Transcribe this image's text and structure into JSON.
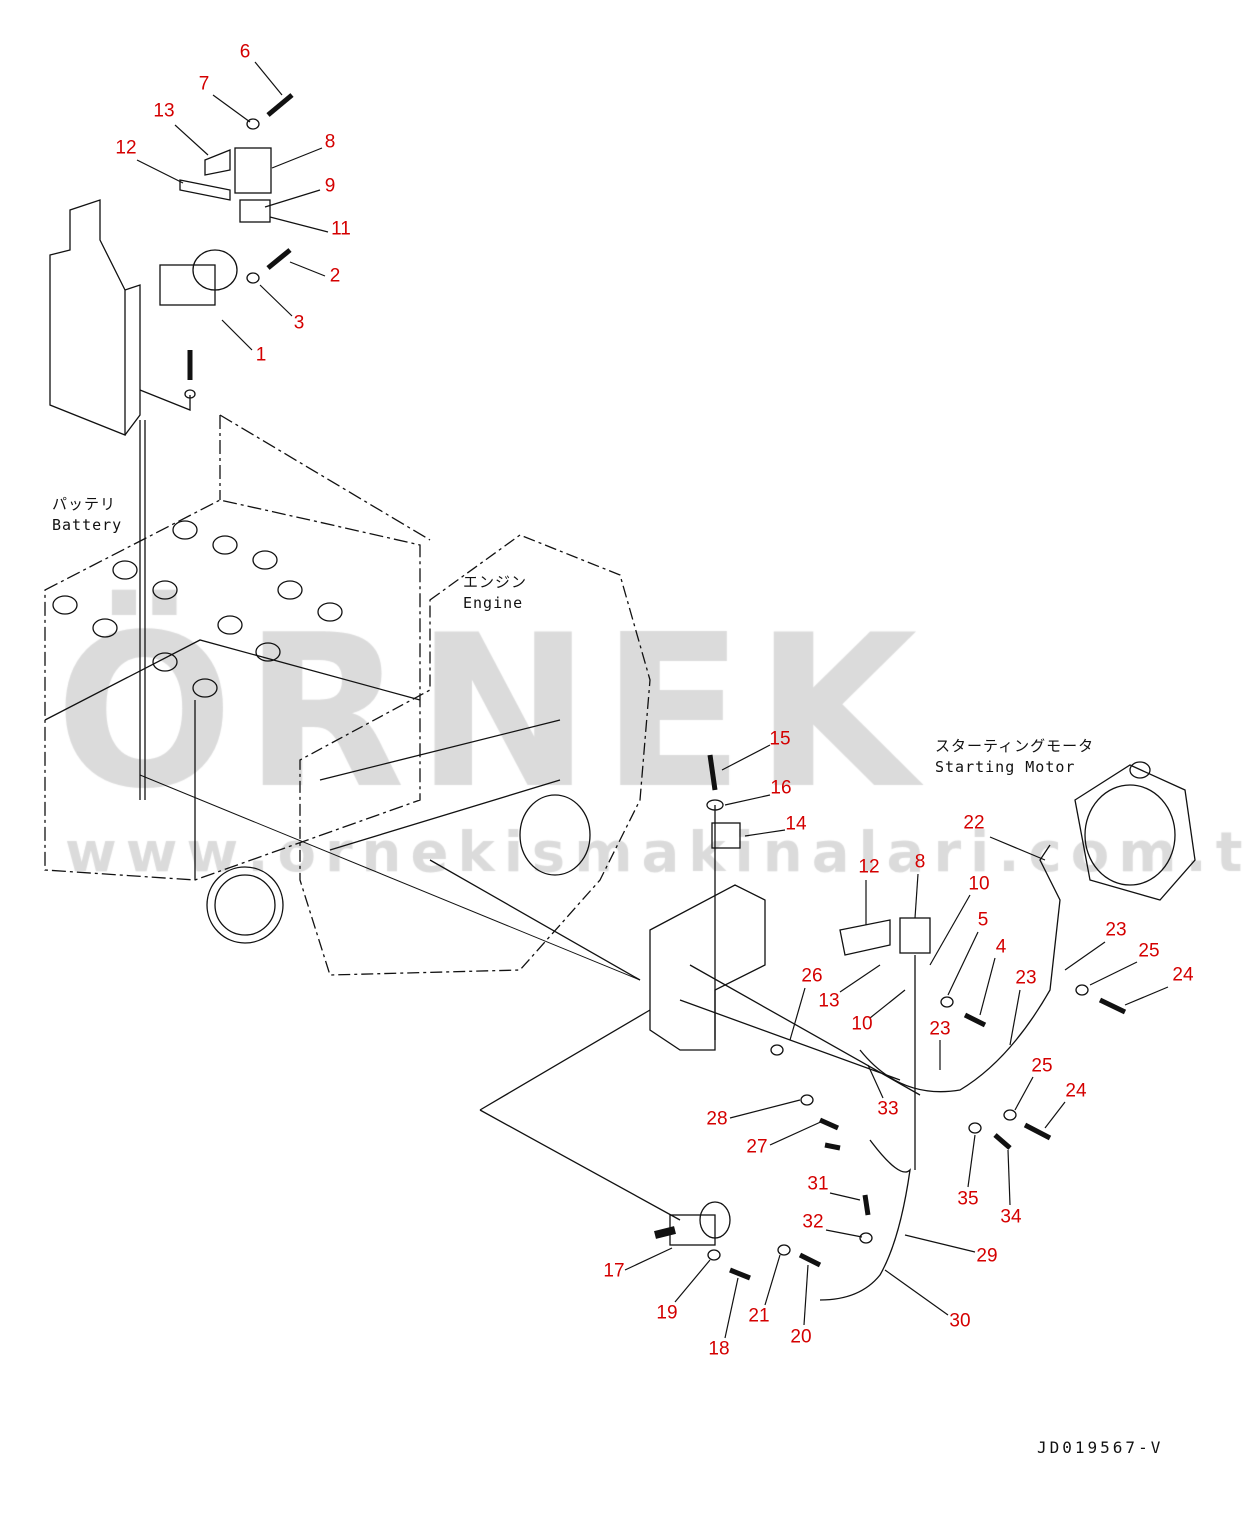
{
  "diagram": {
    "drawing_code": "JD019567-V",
    "captions": {
      "battery_jp": "パッテリ",
      "battery_en": "Battery",
      "engine_jp": "エンジン",
      "engine_en": "Engine",
      "motor_jp": "スターティングモータ",
      "motor_en": "Starting Motor"
    },
    "callouts": [
      "6",
      "7",
      "13",
      "8",
      "12",
      "9",
      "11",
      "2",
      "3",
      "1",
      "15",
      "16",
      "14",
      "22",
      "12",
      "8",
      "10",
      "5",
      "4",
      "23",
      "25",
      "24",
      "26",
      "13",
      "23",
      "10",
      "23",
      "25",
      "24",
      "33",
      "28",
      "27",
      "31",
      "35",
      "34",
      "32",
      "29",
      "17",
      "19",
      "21",
      "30",
      "20",
      "18"
    ],
    "callout_color": "#d40000"
  },
  "watermark": {
    "brand": "ÖRNEK",
    "url": "www.ornekismakinalari.com.tr"
  }
}
